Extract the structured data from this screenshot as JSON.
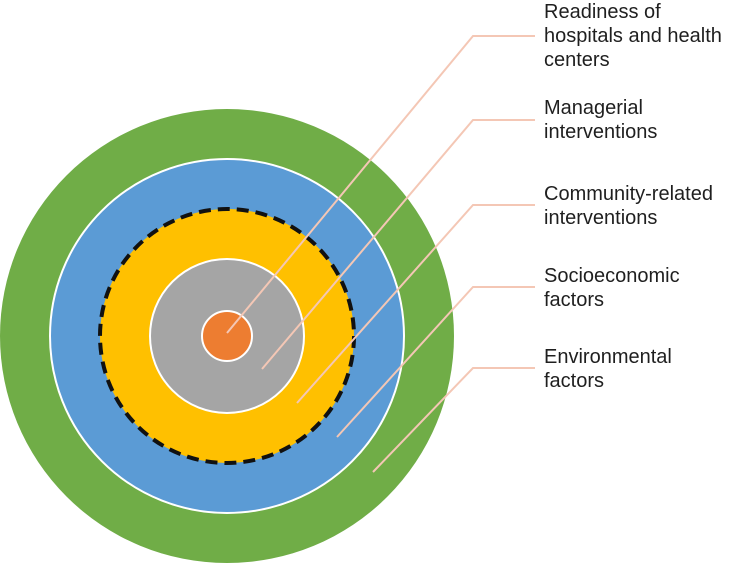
{
  "layers": [
    {
      "id": "environmental",
      "label": "Environmental\nfactors",
      "color": "#70AD47"
    },
    {
      "id": "socioeconomic",
      "label": "Socioeconomic\nfactors",
      "color": "#5B9BD5"
    },
    {
      "id": "community",
      "label": "Community-related\ninterventions",
      "color": "#FFC000"
    },
    {
      "id": "managerial",
      "label": "Managerial\ninterventions",
      "color": "#A5A5A5"
    },
    {
      "id": "readiness",
      "label": "Readiness of\nhospitals and health\ncenters",
      "color": "#ED7D31"
    }
  ],
  "leader_color": "#F4C7B5"
}
